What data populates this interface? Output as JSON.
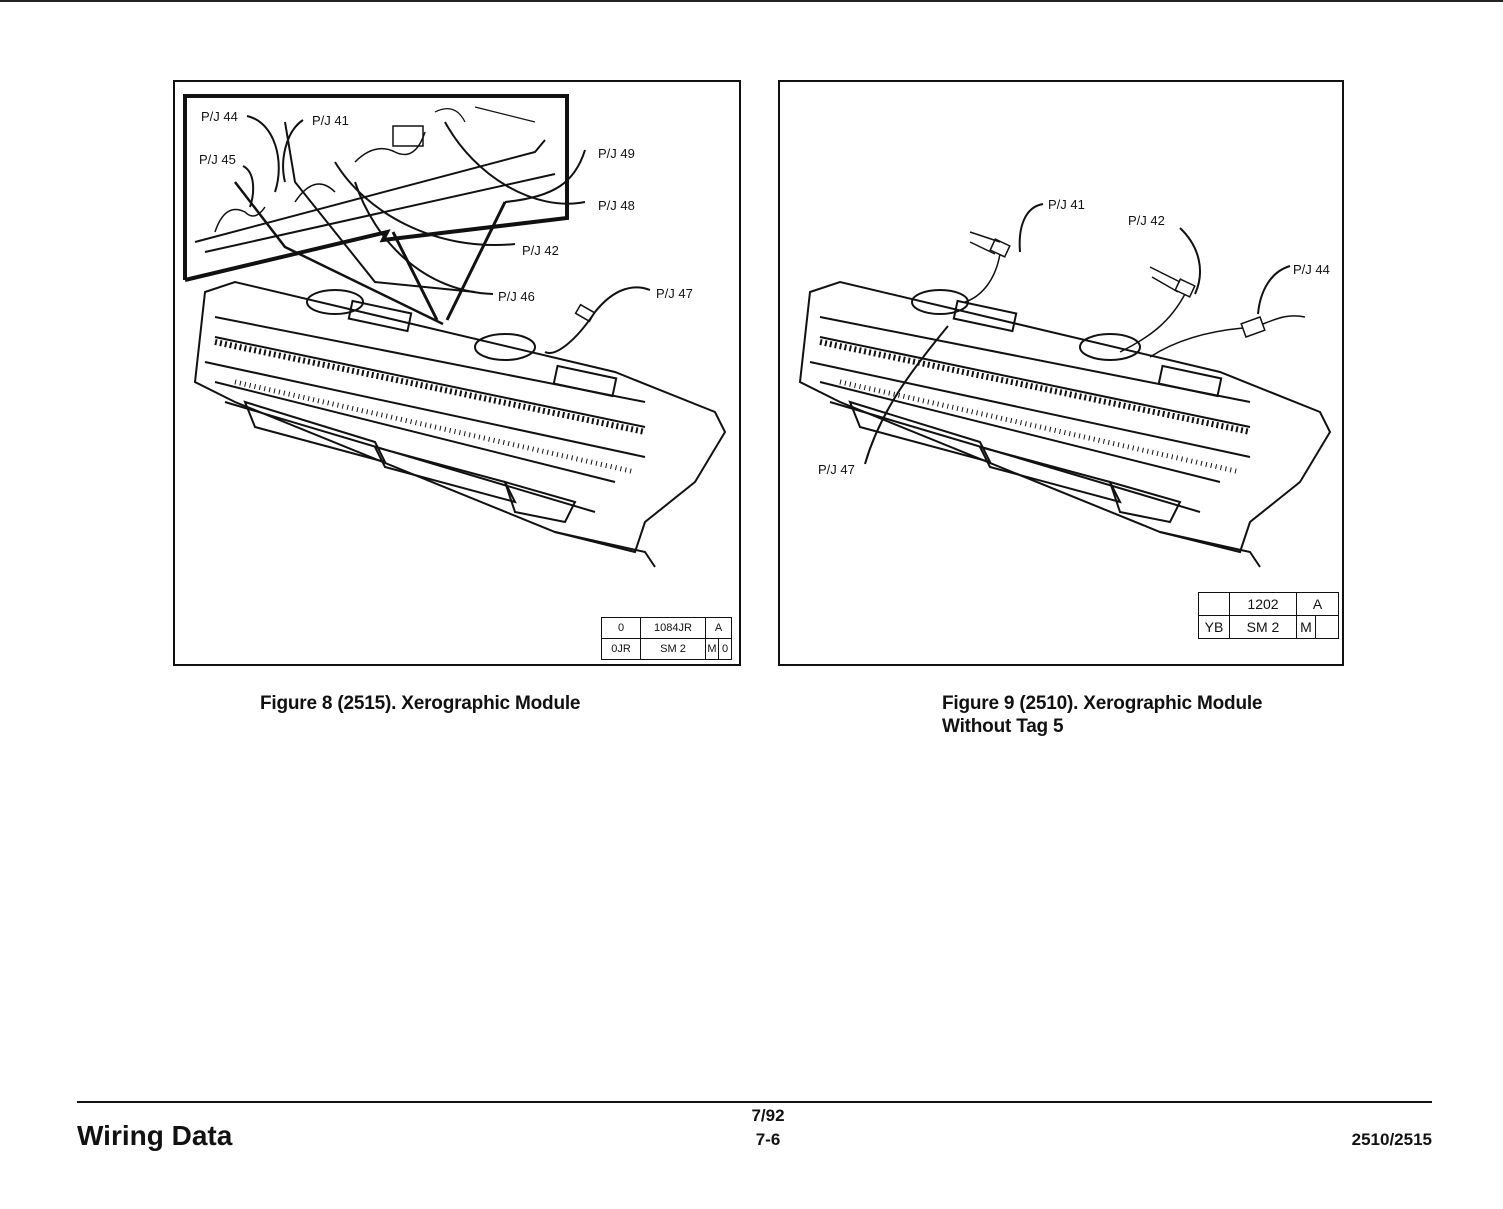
{
  "figure8": {
    "caption": "Figure 8 (2515).  Xerographic Module",
    "labels": {
      "pj44": "P/J 44",
      "pj41": "P/J 41",
      "pj45": "P/J 45",
      "pj49": "P/J 49",
      "pj48": "P/J 48",
      "pj42": "P/J 42",
      "pj46": "P/J 46",
      "pj47": "P/J 47"
    },
    "stamp": {
      "r1c1": "0",
      "r1c2": "1084JR",
      "r1c3": "A",
      "r2c1": "0JR",
      "r2c2": "SM 2",
      "r2c3": "M",
      "r2c4": "0"
    }
  },
  "figure9": {
    "caption_line1": "Figure 9 (2510).  Xerographic Module",
    "caption_line2": "Without Tag 5",
    "labels": {
      "pj41": "P/J 41",
      "pj42": "P/J 42",
      "pj44": "P/J 44",
      "pj47": "P/J 47"
    },
    "stamp": {
      "r1c1": "",
      "r1c2": "1202",
      "r1c3": "A",
      "r2c1": "YB",
      "r2c2": "SM 2",
      "r2c3": "M",
      "r2c4": ""
    }
  },
  "footer": {
    "section": "Wiring Data",
    "date": "7/92",
    "page": "7-6",
    "model": "2510/2515"
  }
}
